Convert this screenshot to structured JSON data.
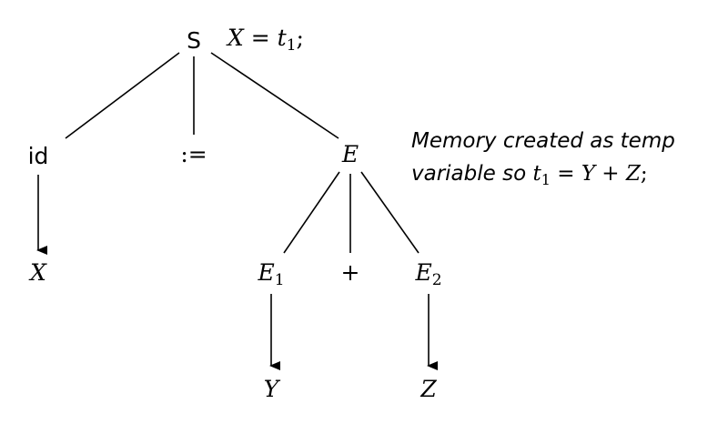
{
  "nodes": {
    "S": "S",
    "id": "id",
    "assign": ":=",
    "E": "E",
    "X": "X",
    "E1": {
      "base": "E",
      "sub": "1"
    },
    "plus": "+",
    "E2": {
      "base": "E",
      "sub": "2"
    },
    "Y": "Y",
    "Z": "Z"
  },
  "top_annotation": {
    "lhs": "X",
    "eq": " = ",
    "t": "t",
    "t_sub": "1",
    "semi": ";"
  },
  "side_annotation": {
    "line1": "Memory created as temp",
    "line2_text": "variable so ",
    "t": "t",
    "t_sub": "1",
    "eq": " = ",
    "Y": "Y",
    "plus": " + ",
    "Z": "Z",
    "semi": ";"
  }
}
